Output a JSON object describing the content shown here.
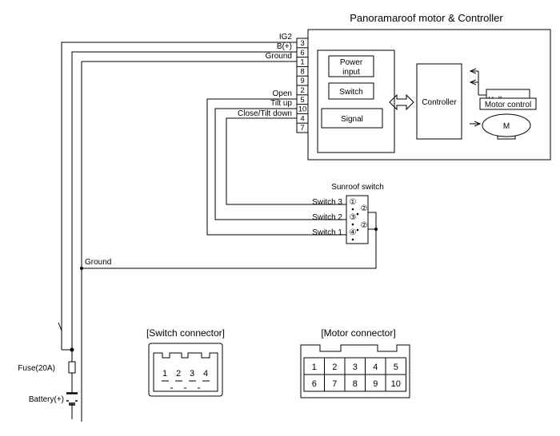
{
  "title": "Panoramaroof motor & Controller",
  "motor_pins": {
    "pin_numbers": [
      "3",
      "6",
      "1",
      "8",
      "9",
      "2",
      "5",
      "10",
      "4",
      "7"
    ]
  },
  "wires": {
    "ig2": "IG2",
    "bplus": "B(+)",
    "ground_top": "Ground",
    "open": "Open",
    "tilt_up": "Tilt up",
    "close_tilt_down": "Close/Tilt down",
    "ground_bottom": "Ground"
  },
  "blocks": {
    "power_input": [
      "Power",
      "input"
    ],
    "switch": "Switch",
    "signal": "Signal",
    "controller": "Controller",
    "hall_sensor": "Hall sensor",
    "motor_control": "Motor control",
    "motor": "M"
  },
  "sunroof_switch": {
    "title": "Sunroof switch",
    "switch3": "Switch 3",
    "switch2": "Switch 2",
    "switch1": "Switch 1",
    "c1": "①",
    "c2a": "②",
    "c3": "③",
    "c2b": "②",
    "c4": "④"
  },
  "power": {
    "fuse": "Fuse(20A)",
    "battery": "Battery(+)"
  },
  "switch_connector": {
    "title": "[Switch connector]",
    "pins": [
      "1",
      "2",
      "3",
      "4"
    ]
  },
  "motor_connector": {
    "title": "[Motor connector]",
    "row1": [
      "1",
      "2",
      "3",
      "4",
      "5"
    ],
    "row2": [
      "6",
      "7",
      "8",
      "9",
      "10"
    ]
  }
}
